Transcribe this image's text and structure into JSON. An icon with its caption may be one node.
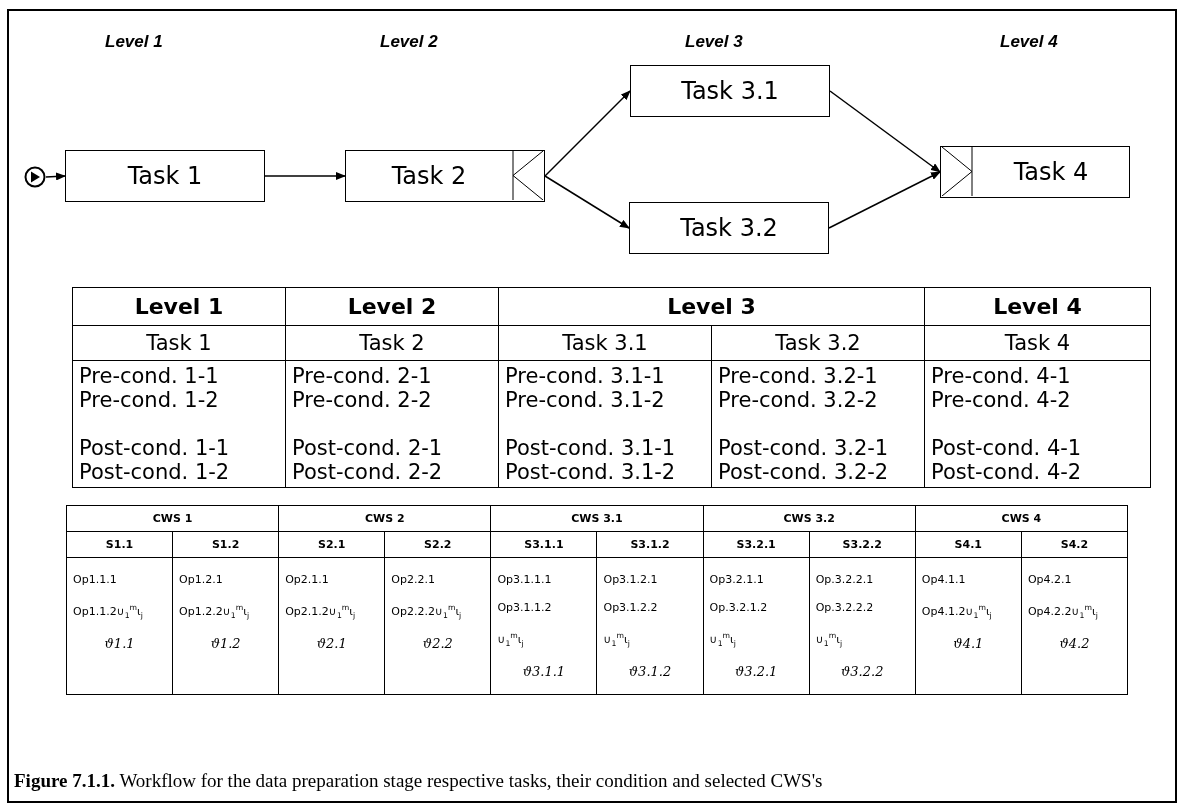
{
  "diagram": {
    "caption": "**Figure 7.1.1.** Workflow for the data preparation stage respective tasks, their condition and selected CWS's",
    "nodes": [
      {
        "text": [],
        "shape": "circle"
      },
      {
        "text": [
          "Task 1"
        ]
      },
      {
        "text": [
          "Task 2"
        ]
      },
      {
        "text": [
          "Task 3.1"
        ]
      },
      {
        "text": [
          "Task 3.2"
        ]
      },
      {
        "text": [
          "Task 4"
        ]
      }
    ],
    "edges": [
      {
        "from": 0,
        "to": 1,
        "arrow": "to"
      },
      {
        "from": 1,
        "to": 2,
        "arrow": "to"
      },
      {
        "from": 2,
        "to": 3,
        "arrow": "to"
      },
      {
        "from": 2,
        "to": 4,
        "arrow": "to"
      },
      {
        "from": 3,
        "to": 5,
        "arrow": "to"
      },
      {
        "from": 4,
        "to": 5,
        "arrow": "to"
      }
    ],
    "labels": [
      "Level 1",
      "Level 2",
      "Level 3",
      "Level 4",
      "Level 1",
      "Level 2",
      "Level 3",
      "Level 4",
      "Task 1",
      "Task 2",
      "Task 3.1",
      "Task 3.2",
      "Task 4",
      "Pre-cond. 1-1",
      "Pre-cond. 1-2",
      "Post-cond. 1-1",
      "Post-cond. 1-2",
      "Pre-cond. 2-1",
      "Pre-cond. 2-2",
      "Post-cond. 2-1",
      "Post-cond. 2-2",
      "Pre-cond. 3.1-1",
      "Pre-cond. 3.1-2",
      "Post-cond. 3.1-1",
      "Post-cond. 3.1-2",
      "Pre-cond. 3.2-1",
      "Pre-cond. 3.2-2",
      "Post-cond. 3.2-1",
      "Post-cond. 3.2-2",
      "Pre-cond. 4-1",
      "Pre-cond. 4-2",
      "Post-cond. 4-1",
      "Post-cond. 4-2",
      "CWS 1",
      "CWS 2",
      "CWS 3.1",
      "CWS 3.2",
      "CWS 4",
      "S1.1",
      "S1.2",
      "S2.1",
      "S2.2",
      "S3.1.1",
      "S3.1.2",
      "S3.2.1",
      "S3.2.2",
      "S4.1",
      "S4.2",
      "Op1.1.1",
      "Op1.1.2∪$_{1}$$^{m}$ι$_{j}$",
      "ϑ1.1",
      "Op1.2.1",
      "Op1.2.2∪$_{1}$$^{m}$ι$_{j}$",
      "ϑ1.2",
      "Op2.1.1",
      "Op2.1.2∪$_{1}$$^{m}$ι$_{j}$",
      "ϑ2.1",
      "Op2.2.1",
      "Op2.2.2∪$_{1}$$^{m}$ι$_{j}$",
      "ϑ2.2",
      "Op3.1.1.1",
      "Op3.1.1.2",
      "∪$_{1}$$^{m}$ι$_{j}$",
      "ϑ3.1.1",
      "Op3.1.2.1",
      "Op3.1.2.2",
      "∪$_{1}$$^{m}$ι$_{j}$",
      "ϑ3.1.2",
      "Op3.2.1.1",
      "Op.3.2.1.2",
      "∪$_{1}$$^{m}$ι$_{j}$",
      "ϑ3.2.1",
      "Op.3.2.2.1",
      "Op.3.2.2.2",
      "∪$_{1}$$^{m}$ι$_{j}$",
      "ϑ3.2.2",
      "Op4.1.1",
      "Op4.1.2∪$_{1}$$^{m}$ι$_{j}$",
      "ϑ4.1",
      "Op4.2.1",
      "Op4.2.2∪$_{1}$$^{m}$ι$_{j}$",
      "ϑ4.2"
    ]
  }
}
